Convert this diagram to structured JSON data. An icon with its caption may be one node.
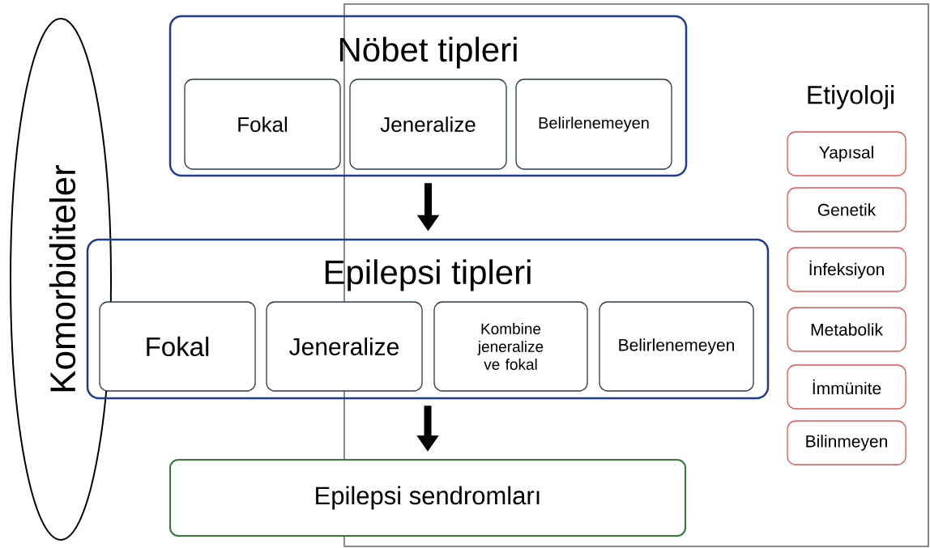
{
  "diagram": {
    "nodes": [
      {
        "text": [
          "Nöbet tipleri"
        ]
      },
      {
        "text": [
          "Fokal"
        ],
        "in": 0
      },
      {
        "text": [
          "Jeneralize"
        ]
      },
      {
        "text": [
          "Belirlenemeyen"
        ]
      },
      {
        "text": [
          "Epilepsi tipleri"
        ]
      },
      {
        "text": [
          "Fokal"
        ],
        "in": 4
      },
      {
        "text": [
          "Jeneralize"
        ],
        "in": 4
      },
      {
        "text": [
          "Kombine jeneralize ve fokal"
        ]
      },
      {
        "text": [
          "Belirlenemeyen"
        ]
      },
      {
        "text": [
          "Epilepsi sendromları"
        ]
      },
      {
        "text": [
          "Komorbiditeler"
        ]
      },
      {
        "text": [
          "Etiyoloji"
        ]
      },
      {
        "text": [
          "Yapısal"
        ],
        "in": 11
      },
      {
        "text": [
          "Genetik"
        ],
        "in": 11
      },
      {
        "text": [
          "İnfeksiyon"
        ],
        "in": 11
      },
      {
        "text": [
          "Metabolik"
        ],
        "in": 11
      },
      {
        "text": [
          "İmmünite"
        ],
        "in": 11
      },
      {
        "text": [
          "Bilinmeyen"
        ],
        "in": 11
      }
    ],
    "edges": [
      {
        "from": 0,
        "to": 4,
        "arrow": "to"
      },
      {
        "from": 4,
        "to": 9,
        "arrow": "to"
      }
    ]
  }
}
